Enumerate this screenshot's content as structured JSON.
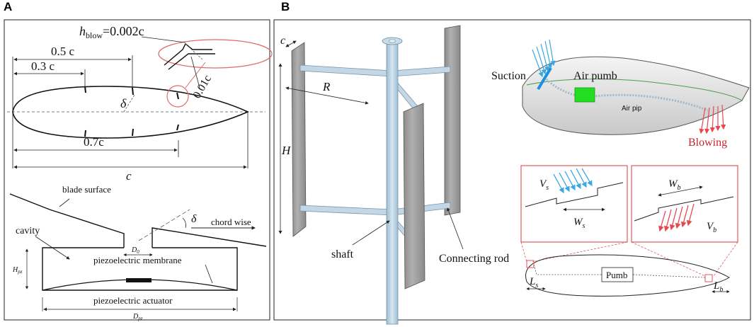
{
  "panels": {
    "a": "A",
    "b": "B"
  },
  "panel_a": {
    "top": {
      "h_blow_sym": "h",
      "h_blow_sub": "blow",
      "h_blow_val": "=0.002c",
      "dim_05c": "0.5 c",
      "dim_03c": "0.3 c",
      "dim_001c": "0.01c",
      "delta": "δ",
      "dim_07c": "0.7c",
      "chord": "c"
    },
    "bottom": {
      "blade_surface": "blade surface",
      "chord_wise": "chord wise",
      "delta": "δ",
      "cavity": "cavity",
      "h_pz_sym": "H",
      "h_pz_sub": "pz",
      "d_0_sym": "D",
      "d_0_sub": "0",
      "membrane": "piezoelectric membrane",
      "actuator": "piezoelectric actuator",
      "d_pz_sym": "D",
      "d_pz_sub": "pz"
    }
  },
  "panel_b": {
    "turbine": {
      "c": "c",
      "R": "R",
      "H": "H",
      "shaft": "shaft",
      "connecting_rod": "Connecting rod"
    },
    "airfoil3d": {
      "suction": "Suction",
      "air_pump": "Air pumb",
      "air_pipe": "Air pip",
      "blowing": "Blowing"
    },
    "detail": {
      "v_s_sym": "V",
      "v_s_sub": "s",
      "w_s_sym": "W",
      "w_s_sub": "s",
      "w_b_sym": "W",
      "w_b_sub": "b",
      "v_b_sym": "V",
      "v_b_sub": "b",
      "pump": "Pumb",
      "l_s_sym": "L",
      "l_s_sub": "s",
      "l_b_sym": "L",
      "l_b_sub": "b"
    }
  },
  "colors": {
    "suction_arrows": "#3aa7e0",
    "blowing_arrows": "#e8474f",
    "pump": "#22dd22",
    "box_border": "#e05a5a",
    "shaft": "#b8d2e4",
    "blade": "#9a9a9a"
  }
}
